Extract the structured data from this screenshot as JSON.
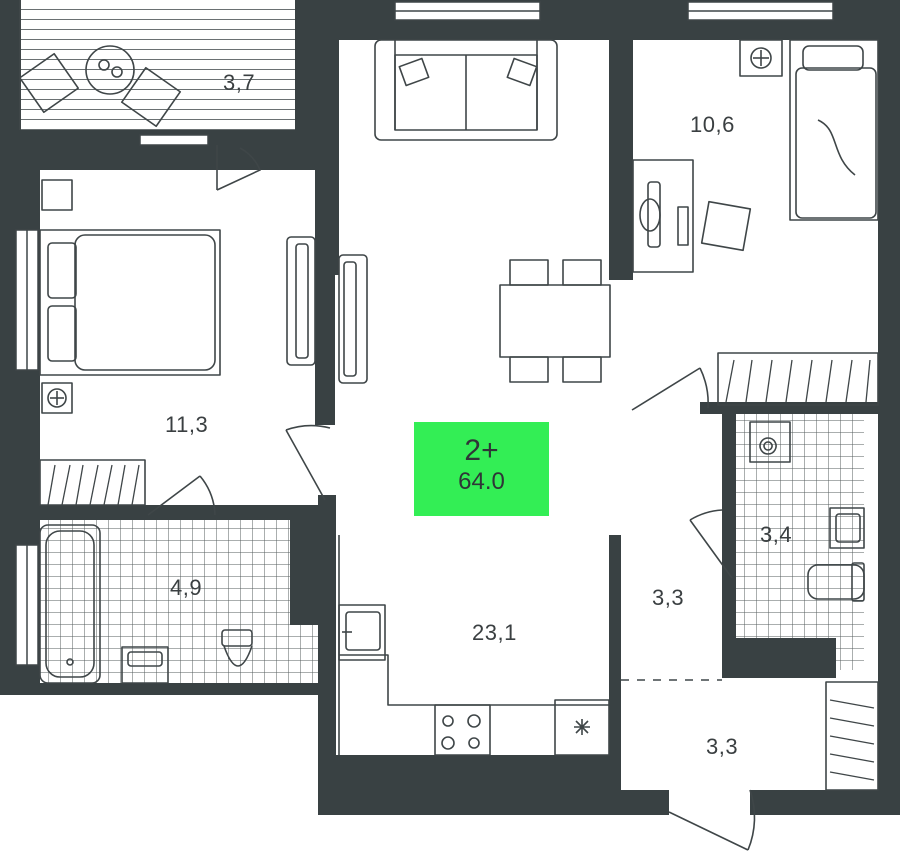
{
  "apartment": {
    "rooms": "2+",
    "total_area": "64.0",
    "badge_color": "#33ee55"
  },
  "areas": {
    "balcony": "3,7",
    "bedroom": "11,3",
    "bedroom_small": "10,6",
    "bathroom": "4,9",
    "kitchen_living": "23,1",
    "hall": "3,3",
    "wc": "3,4",
    "entrance": "3,3"
  },
  "colors": {
    "wall": "#394143",
    "line": "#3f4648",
    "floor": "#ffffff"
  }
}
